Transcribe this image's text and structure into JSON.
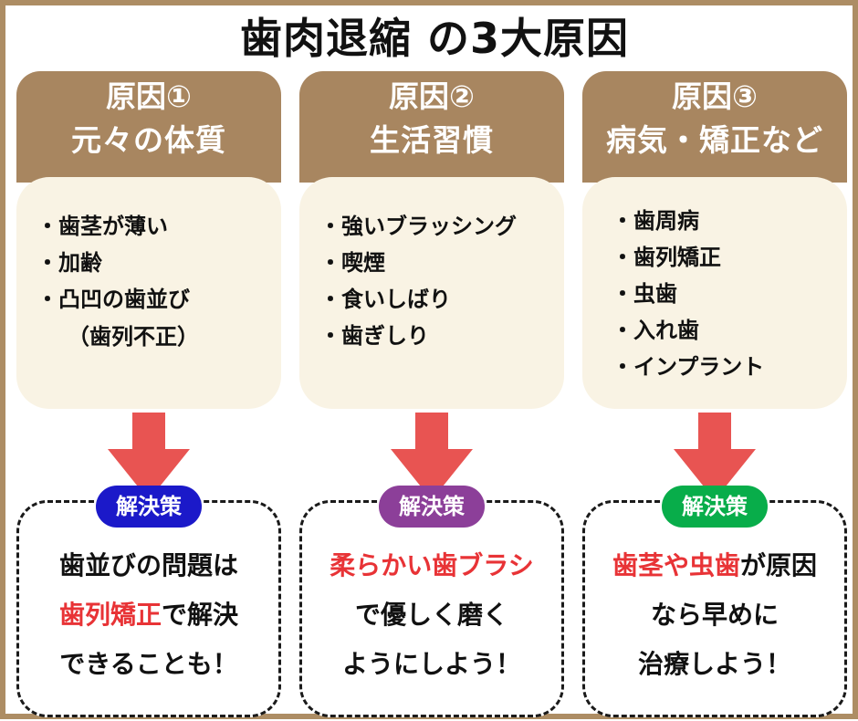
{
  "title": "歯肉退縮 の3大原因",
  "colors": {
    "border": "#ad8d64",
    "header_bg": "#a88660",
    "card_bg": "#f9f3e4",
    "arrow": "#e85452",
    "highlight": "#e83336",
    "badge_1": "#1b19c9",
    "badge_2": "#8c3f99",
    "badge_3": "#08ad4a"
  },
  "columns": [
    {
      "number": "原因①",
      "name": "元々の体質",
      "items": [
        {
          "dot": "・",
          "text": "歯茎が薄い"
        },
        {
          "dot": "・",
          "text": "加齢"
        },
        {
          "dot": "・",
          "text": "凸凹の歯並び",
          "sub": "（歯列不正）"
        }
      ],
      "badge": "解決策",
      "solution": [
        {
          "before": "歯並びの問題は",
          "hl": "",
          "after": ""
        },
        {
          "before": "",
          "hl": "歯列矯正",
          "after": "で解決"
        },
        {
          "before": "できることも！",
          "hl": "",
          "after": ""
        }
      ]
    },
    {
      "number": "原因②",
      "name": "生活習慣",
      "items": [
        {
          "dot": "・",
          "text": "強いブラッシング"
        },
        {
          "dot": "・",
          "text": "喫煙"
        },
        {
          "dot": "・",
          "text": "食いしばり"
        },
        {
          "dot": "・",
          "text": "歯ぎしり"
        }
      ],
      "badge": "解決策",
      "solution": [
        {
          "before": "",
          "hl": "柔らかい歯ブラシ",
          "after": ""
        },
        {
          "before": "で優しく磨く",
          "hl": "",
          "after": ""
        },
        {
          "before": "ようにしよう！",
          "hl": "",
          "after": ""
        }
      ]
    },
    {
      "number": "原因③",
      "name": "病気・矯正など",
      "items": [
        {
          "dot": "・",
          "text": "歯周病"
        },
        {
          "dot": "・",
          "text": "歯列矯正"
        },
        {
          "dot": "・",
          "text": "虫歯"
        },
        {
          "dot": "・",
          "text": "入れ歯"
        },
        {
          "dot": "・",
          "text": "インプラント"
        }
      ],
      "badge": "解決策",
      "solution": [
        {
          "before": "",
          "hl": "歯茎や虫歯",
          "after": "が原因"
        },
        {
          "before": "なら早めに",
          "hl": "",
          "after": ""
        },
        {
          "before": "治療しよう！",
          "hl": "",
          "after": ""
        }
      ]
    }
  ]
}
